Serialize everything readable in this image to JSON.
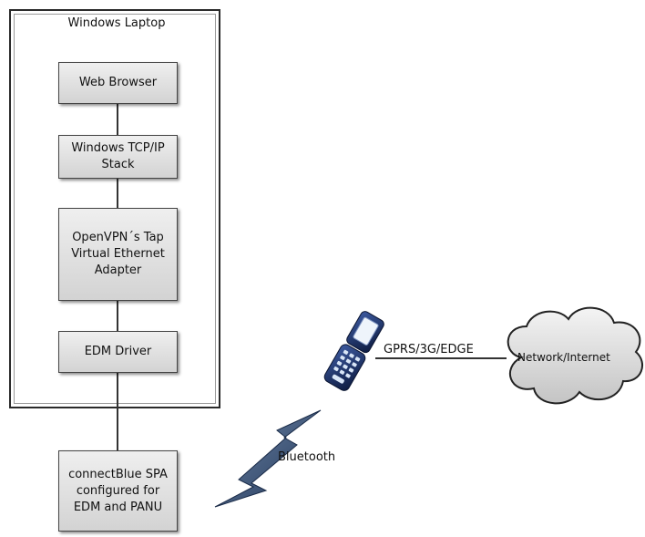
{
  "laptop": {
    "title": "Windows Laptop"
  },
  "boxes": [
    {
      "label": "Web Browser"
    },
    {
      "label": "Windows TCP/IP\nStack"
    },
    {
      "label": "OpenVPN´s Tap\nVirtual Ethernet\nAdapter"
    },
    {
      "label": "EDM Driver"
    },
    {
      "label": "connectBlue SPA\nconfigured for\nEDM and PANU"
    }
  ],
  "links": {
    "gprs": "GPRS/3G/EDGE",
    "bluetooth": "Bluetooth"
  },
  "cloud": {
    "label": "Network/Internet"
  },
  "icons": [
    "mobile-phone-icon",
    "cloud-icon",
    "lightning-bolt-icon"
  ]
}
